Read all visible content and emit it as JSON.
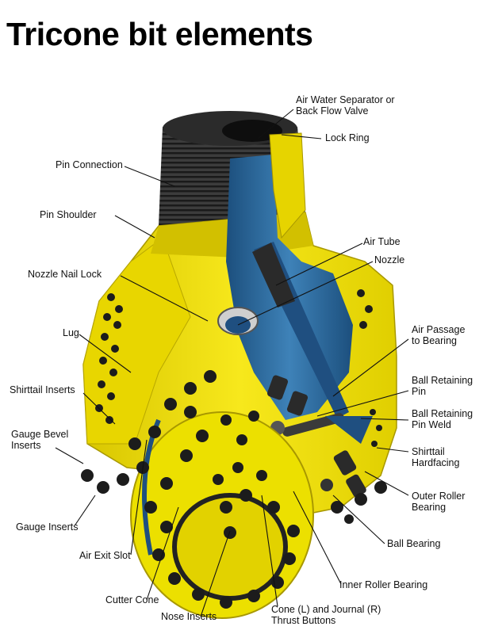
{
  "title": "Tricone bit elements",
  "colors": {
    "body": "#f0e010",
    "body_shade": "#c8b800",
    "interior": "#2a6aa0",
    "insert": "#222222",
    "leader": "#111111"
  },
  "labels": {
    "air_water_separator": [
      "Air Water Separator or",
      "Back Flow Valve"
    ],
    "lock_ring": [
      "Lock Ring"
    ],
    "pin_connection": [
      "Pin Connection"
    ],
    "pin_shoulder": [
      "Pin Shoulder"
    ],
    "air_tube": [
      "Air Tube"
    ],
    "nozzle": [
      "Nozzle"
    ],
    "nozzle_nail_lock": [
      "Nozzle Nail Lock"
    ],
    "air_passage": [
      "Air Passage",
      "to Bearing"
    ],
    "lug": [
      "Lug"
    ],
    "shirttail_inserts": [
      "Shirttail Inserts"
    ],
    "ball_retaining_pin": [
      "Ball Retaining",
      "Pin"
    ],
    "ball_retaining_pin_weld": [
      "Ball Retaining",
      "Pin Weld"
    ],
    "gauge_bevel_inserts": [
      "Gauge Bevel",
      "Inserts"
    ],
    "shirttail_hardfacing": [
      "Shirttail",
      "Hardfacing"
    ],
    "outer_roller_bearing": [
      "Outer Roller",
      "Bearing"
    ],
    "gauge_inserts": [
      "Gauge Inserts"
    ],
    "ball_bearing": [
      "Ball Bearing"
    ],
    "air_exit_slot": [
      "Air Exit Slot"
    ],
    "inner_roller_bearing": [
      "Inner Roller Bearing"
    ],
    "cutter_cone": [
      "Cutter Cone"
    ],
    "nose_inserts": [
      "Nose Inserts"
    ],
    "cone_thrust_buttons": [
      "Cone (L) and Journal (R)",
      "Thrust Buttons"
    ]
  }
}
